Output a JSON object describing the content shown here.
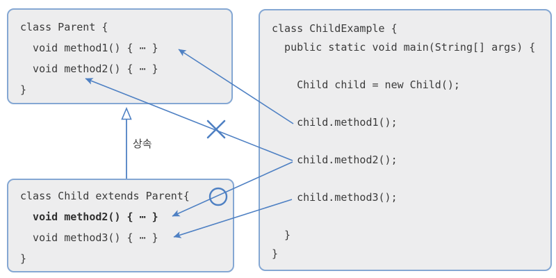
{
  "inheritance_label": "상속",
  "colors": {
    "box_fill": "#ededee",
    "box_border": "#84a7d3",
    "connector_blue": "#4e80c3",
    "code_text": "#3a3a3a"
  },
  "parent_box": {
    "class_name": "Parent",
    "lines": [
      "class Parent {",
      "  void method1() { ⋯ }",
      "  void method2() { ⋯ }",
      "}"
    ]
  },
  "child_box": {
    "class_name": "Child",
    "overridden_line_bold": true,
    "lines": [
      "class Child extends Parent{",
      "  void method2() { ⋯ }",
      "  void method3() { ⋯ }",
      "}"
    ]
  },
  "example_box": {
    "class_name": "ChildExample",
    "lines": [
      "class ChildExample {",
      "  public static void main(String[] args) {",
      "",
      "    Child child = new Child();",
      "",
      "    child.method1();",
      "",
      "    child.method2();",
      "",
      "    child.method3();",
      "",
      "  }",
      "}"
    ]
  },
  "icons": {
    "x_mark": "blocked-call-x",
    "circle_mark": "override-selected-circle",
    "hollow_triangle": "inheritance-generalization-arrowhead",
    "arrowhead": "call-target-arrowhead"
  }
}
